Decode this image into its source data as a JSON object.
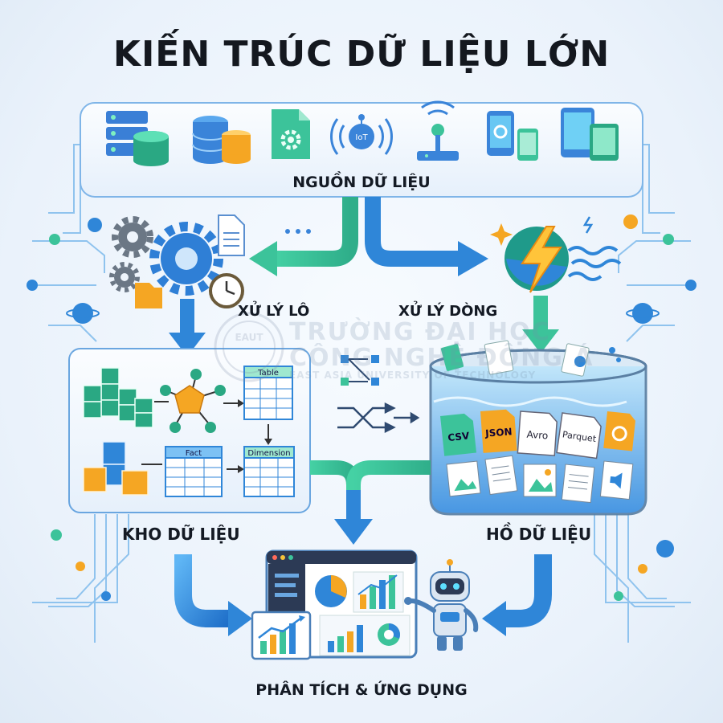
{
  "title": "KIẾN TRÚC DỮ LIỆU LỚN",
  "labels": {
    "data_sources": "NGUỒN DỮ LIỆU",
    "batch_processing": "XỬ LÝ LÔ",
    "stream_processing": "XỬ LÝ DÒNG",
    "data_warehouse": "KHO DỮ LIỆU",
    "data_lake": "HỒ DỮ LIỆU",
    "analytics": "PHÂN TÍCH & ỨNG DỤNG"
  },
  "source_icons": [
    "server-icon",
    "database-icon",
    "gear-file-icon",
    "iot-icon",
    "sensor-icon",
    "mobile-icon",
    "devices-icon"
  ],
  "iot_text": "IoT",
  "warehouse": {
    "table_label": "Table",
    "fact_label": "Fact",
    "dimension_label": "Dimension"
  },
  "lake_formats": [
    "CSV",
    "JSON",
    "Avro",
    "Parquet"
  ],
  "watermark": {
    "line1": "TRƯỜNG ĐẠI HỌC",
    "line2": "CÔNG NGHỆ ĐÔNG Á",
    "line3": "EAST ASIA UNIVERSITY OF TECHNOLOGY",
    "seal_text": "EAUT"
  },
  "colors": {
    "title": "#14181f",
    "blue_arrow": "#2f86d8",
    "green_arrow": "#3cc39a",
    "panel_border": "#6aa6e0",
    "orange": "#f5a623"
  }
}
